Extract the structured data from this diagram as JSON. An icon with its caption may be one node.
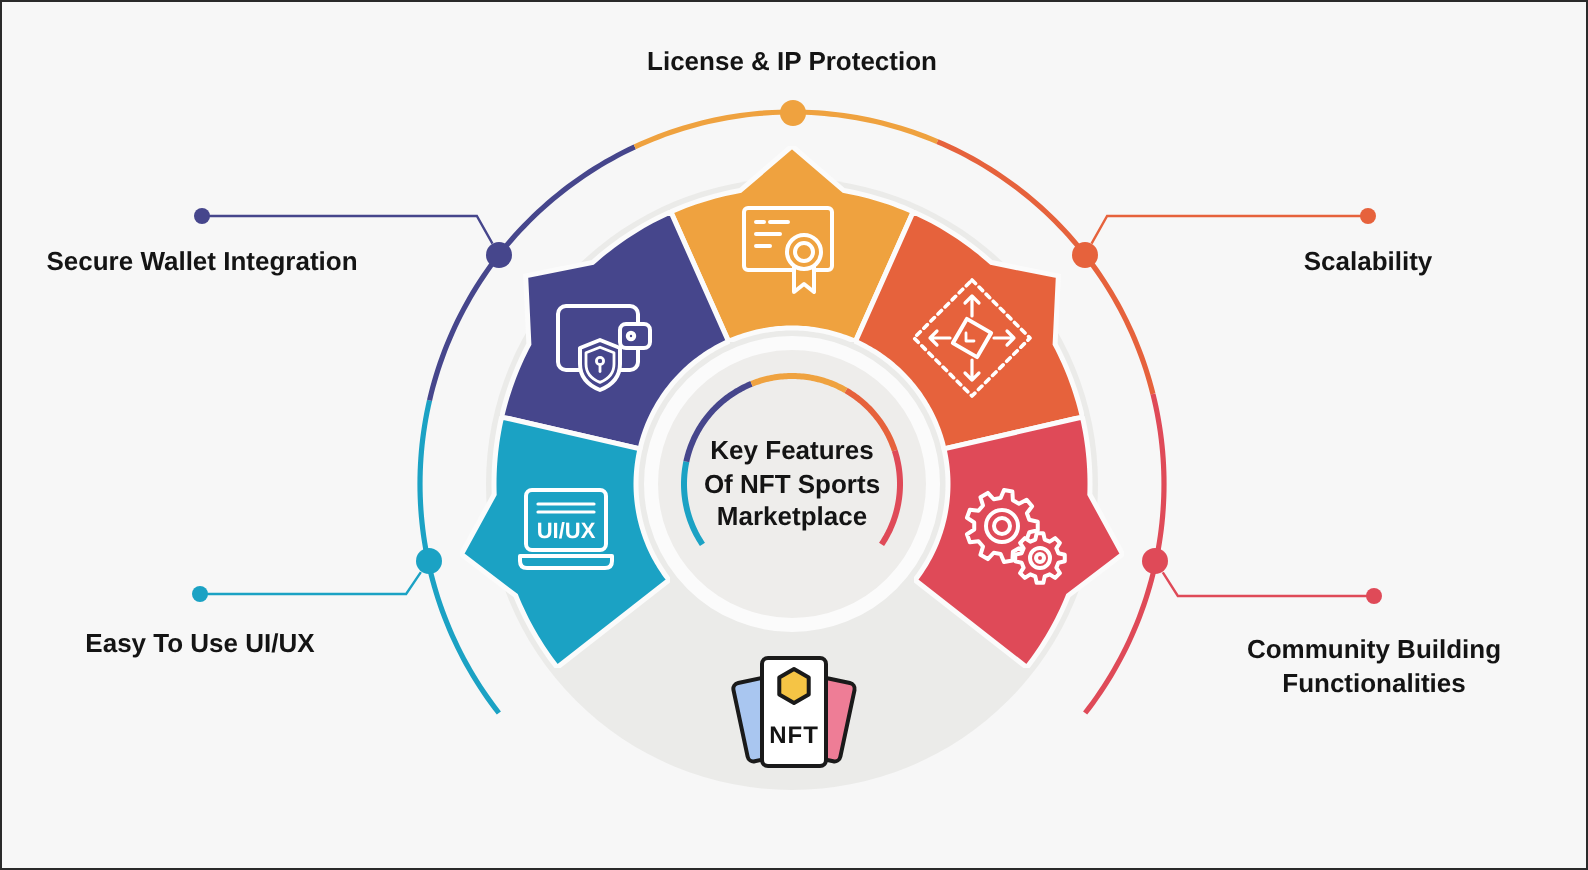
{
  "diagram": {
    "nodes": [
      {
        "text": [
          "License & IP Protection"
        ]
      },
      {
        "text": [
          "Secure Wallet Integration"
        ]
      },
      {
        "text": [
          "Scalability"
        ]
      },
      {
        "text": [
          "Key Features Of NFT Sports Marketplace"
        ]
      },
      {
        "text": [
          "Easy To Use UI/UX"
        ]
      },
      {
        "text": [
          "Community Building Functionalities"
        ]
      },
      {
        "text": [],
        "shape": "wedge"
      },
      {
        "text": [],
        "shape": "wedge"
      },
      {
        "text": [],
        "shape": "wedge"
      },
      {
        "text": [
          "UI/UX"
        ]
      },
      {
        "text": [],
        "shape": "wedge"
      },
      {
        "text": [],
        "shape": "circle"
      },
      {
        "text": [],
        "shape": "circle"
      },
      {
        "text": [],
        "shape": "circle"
      },
      {
        "text": [],
        "shape": "circle"
      },
      {
        "text": [],
        "shape": "circle"
      }
    ],
    "edges": [
      {
        "from": 1,
        "to": 12,
        "arrow": "other",
        "color": "#46468c"
      },
      {
        "from": 2,
        "to": 13,
        "arrow": "other",
        "color": "#e6623c"
      },
      {
        "from": 4,
        "to": 14,
        "arrow": "other",
        "color": "#1ba2c4"
      },
      {
        "from": 5,
        "to": 15,
        "arrow": "other",
        "color": "#df4a58"
      }
    ],
    "labels": [
      "NFT"
    ]
  }
}
